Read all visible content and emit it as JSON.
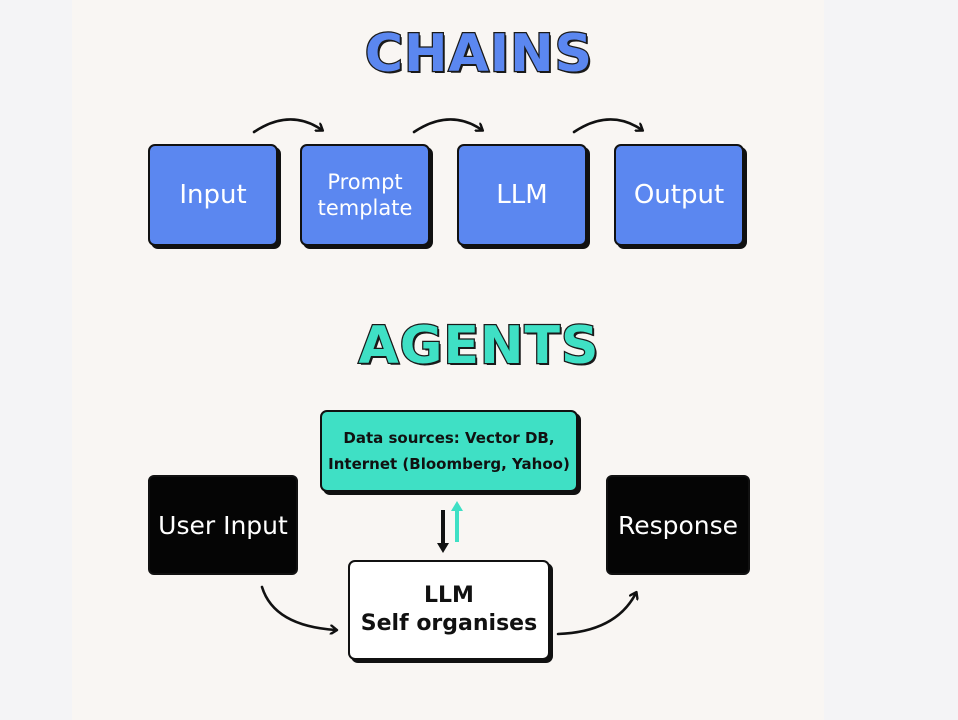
{
  "chains": {
    "title": "CHAINS",
    "steps": [
      "Input",
      "Prompt\ntemplate",
      "LLM",
      "Output"
    ]
  },
  "agents": {
    "title": "AGENTS",
    "data_sources": "Data sources: Vector DB,\nInternet (Bloomberg, Yahoo)",
    "user_input": "User Input",
    "llm": "LLM\nSelf organises",
    "response": "Response"
  },
  "colors": {
    "chains_blue": "#5b87f0",
    "agents_teal": "#3fe0c5",
    "dark": "#050505",
    "background": "#f9f6f3"
  }
}
